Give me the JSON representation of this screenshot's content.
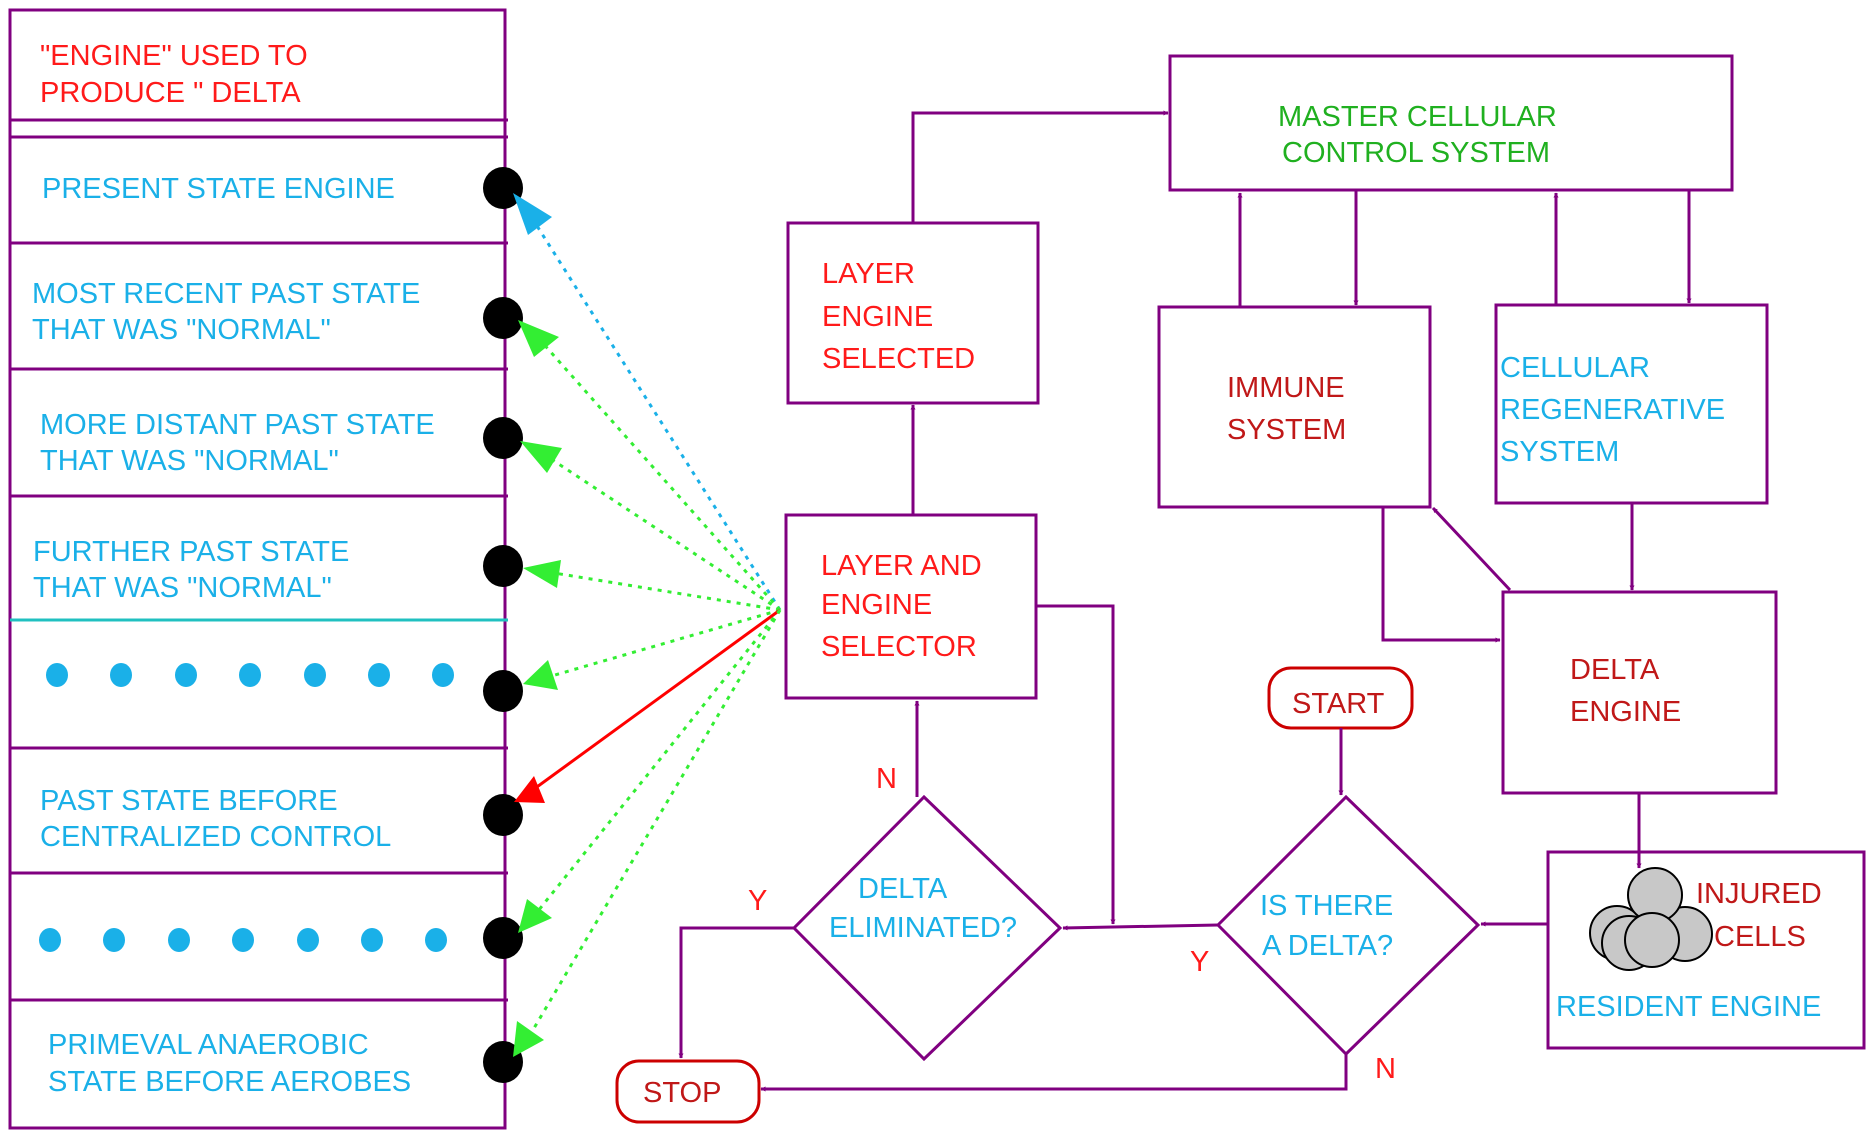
{
  "colors": {
    "box": "#800080",
    "red_text": "#ff1a1a",
    "blue_text": "#1ab0e8",
    "green_text": "#20b020",
    "dark_red_text": "#c01818",
    "dot": "#000000",
    "dotted_green": "#33ee33",
    "dotted_blue": "#1ab0e8",
    "selected_arrow": "#ff0000",
    "terminal_border": "#cc0000"
  },
  "left_panel": {
    "header": {
      "line1": "\"ENGINE\" USED TO",
      "line2": "PRODUCE \" DELTA"
    },
    "rows": [
      {
        "line1": "PRESENT STATE ENGINE",
        "line2": ""
      },
      {
        "line1": "MOST RECENT PAST STATE",
        "line2": "THAT WAS \"NORMAL\""
      },
      {
        "line1": "MORE  DISTANT PAST STATE",
        "line2": "THAT WAS \"NORMAL\""
      },
      {
        "line1": "FURTHER  PAST STATE",
        "line2": "THAT WAS \"NORMAL\""
      },
      {
        "line1": "",
        "line2": ""
      },
      {
        "line1": "PAST STATE BEFORE",
        "line2": "CENTRALIZED CONTROL"
      },
      {
        "line1": "",
        "line2": ""
      },
      {
        "line1": "PRIMEVAL ANAEROBIC",
        "line2": "STATE BEFORE AEROBES"
      }
    ]
  },
  "boxes": {
    "master": {
      "line1": "MASTER CELLULAR",
      "line2": "CONTROL SYSTEM"
    },
    "layer_engine_selected": {
      "line1": "LAYER",
      "line2": "ENGINE",
      "line3": "SELECTED"
    },
    "immune": {
      "line1": "IMMUNE",
      "line2": "SYSTEM"
    },
    "regenerative": {
      "line1": "CELLULAR",
      "line2": "REGENERATIVE",
      "line3": "SYSTEM"
    },
    "selector": {
      "line1": "LAYER AND",
      "line2": "ENGINE",
      "line3": "SELECTOR"
    },
    "delta_engine": {
      "line1": "DELTA",
      "line2": "ENGINE"
    },
    "resident": {
      "label": "RESIDENT ENGINE",
      "cells_line1": "INJURED",
      "cells_line2": "CELLS"
    }
  },
  "decisions": {
    "eliminated": {
      "line1": "DELTA",
      "line2": "ELIMINATED?",
      "yes": "Y",
      "no": "N"
    },
    "is_delta": {
      "line1": "IS THERE",
      "line2": "A DELTA?",
      "yes": "Y",
      "no": "N"
    }
  },
  "terminals": {
    "start": "START",
    "stop": "STOP"
  }
}
